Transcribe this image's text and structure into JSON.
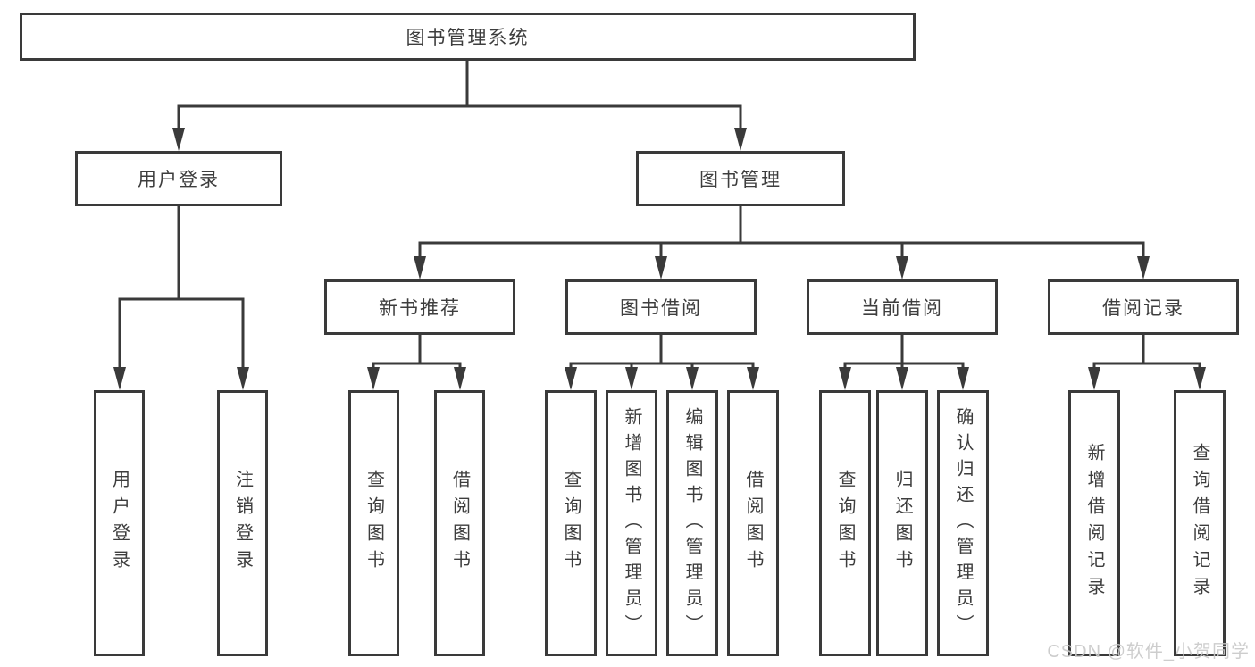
{
  "diagram_title": "图书管理系统",
  "tree": {
    "label": "图书管理系统",
    "children": [
      {
        "label": "用户登录",
        "children": [
          {
            "label": "用户登录"
          },
          {
            "label": "注销登录"
          }
        ]
      },
      {
        "label": "图书管理",
        "children": [
          {
            "label": "新书推荐",
            "children": [
              {
                "label": "查询图书"
              },
              {
                "label": "借阅图书"
              }
            ]
          },
          {
            "label": "图书借阅",
            "children": [
              {
                "label": "查询图书"
              },
              {
                "label": "新增图书（管理员）"
              },
              {
                "label": "编辑图书（管理员）"
              },
              {
                "label": "借阅图书"
              }
            ]
          },
          {
            "label": "当前借阅",
            "children": [
              {
                "label": "查询图书"
              },
              {
                "label": "归还图书"
              },
              {
                "label": "确认归还（管理员）"
              }
            ]
          },
          {
            "label": "借阅记录",
            "children": [
              {
                "label": "新增借阅记录"
              },
              {
                "label": "查询借阅记录"
              }
            ]
          }
        ]
      }
    ]
  },
  "watermark": "CSDN @软件_小贺同学",
  "colors": {
    "line": "#3a3a3a",
    "text": "#3d3d3d",
    "watermark": "#c9c9c9",
    "background": "#ffffff"
  }
}
